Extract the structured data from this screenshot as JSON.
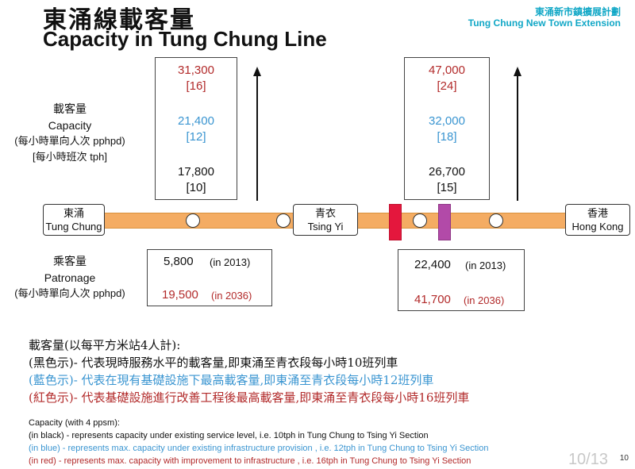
{
  "header": {
    "title_zh": "東涌線載客量",
    "title_en": "Capacity in Tung Chung Line",
    "project_zh": "東涌新市鎮擴展計劃",
    "project_en": "Tung Chung New Town Extension"
  },
  "capacity_label": {
    "zh": "載客量",
    "en": "Capacity",
    "unit1": "(每小時單向人次 pphpd)",
    "unit2": "[每小時班次 tph]"
  },
  "capacity_left": {
    "red_value": "31,300",
    "red_tph": "[16]",
    "blue_value": "21,400",
    "blue_tph": "[12]",
    "black_value": "17,800",
    "black_tph": "[10]"
  },
  "capacity_right": {
    "red_value": "47,000",
    "red_tph": "[24]",
    "blue_value": "32,000",
    "blue_tph": "[18]",
    "black_value": "26,700",
    "black_tph": "[15]"
  },
  "stations": {
    "tung_chung_zh": "東涌",
    "tung_chung_en": "Tung Chung",
    "tsing_yi_zh": "青衣",
    "tsing_yi_en": "Tsing Yi",
    "hong_kong_zh": "香港",
    "hong_kong_en": "Hong Kong"
  },
  "patronage_label": {
    "zh": "乘客量",
    "en": "Patronage",
    "unit": "(每小時單向人次 pphpd)"
  },
  "patronage_left": {
    "v2013": "5,800",
    "y2013": "(in 2013)",
    "v2036": "19,500",
    "y2036": "(in 2036)"
  },
  "patronage_right": {
    "v2013": "22,400",
    "y2013": "(in 2013)",
    "v2036": "41,700",
    "y2036": "(in 2036)"
  },
  "notes_zh": {
    "heading": "載客量(以每平方米站4人計):",
    "black": "(黑色示)- 代表現時服務水平的載客量,即東涌至青衣段每小時10班列車",
    "blue": "(藍色示)- 代表在現有基礎設施下最高載客量,即東涌至青衣段每小時12班列車",
    "red": "(紅色示)- 代表基礎設施進行改善工程後最高載客量,即東涌至青衣段每小時16班列車"
  },
  "notes_en": {
    "heading": "Capacity (with 4 ppsm):",
    "black": "(in black)  - represents  capacity under existing service level, i.e. 10tph in Tung Chung to Tsing Yi Section",
    "blue": "(in blue) - represents max. capacity under existing infrastructure provision , i.e. 12tph in Tung Chung to Tsing Yi Section",
    "red": "(in red) - represents max. capacity with improvement to infrastructure , i.e. 16tph in Tung Chung to Tsing Yi Section"
  },
  "page": {
    "ghost": "10/13",
    "number": "10"
  },
  "colors": {
    "red": "#b22a2a",
    "blue": "#3a95d1",
    "rail": "#f4ac63",
    "accent": "#10a7c6"
  }
}
